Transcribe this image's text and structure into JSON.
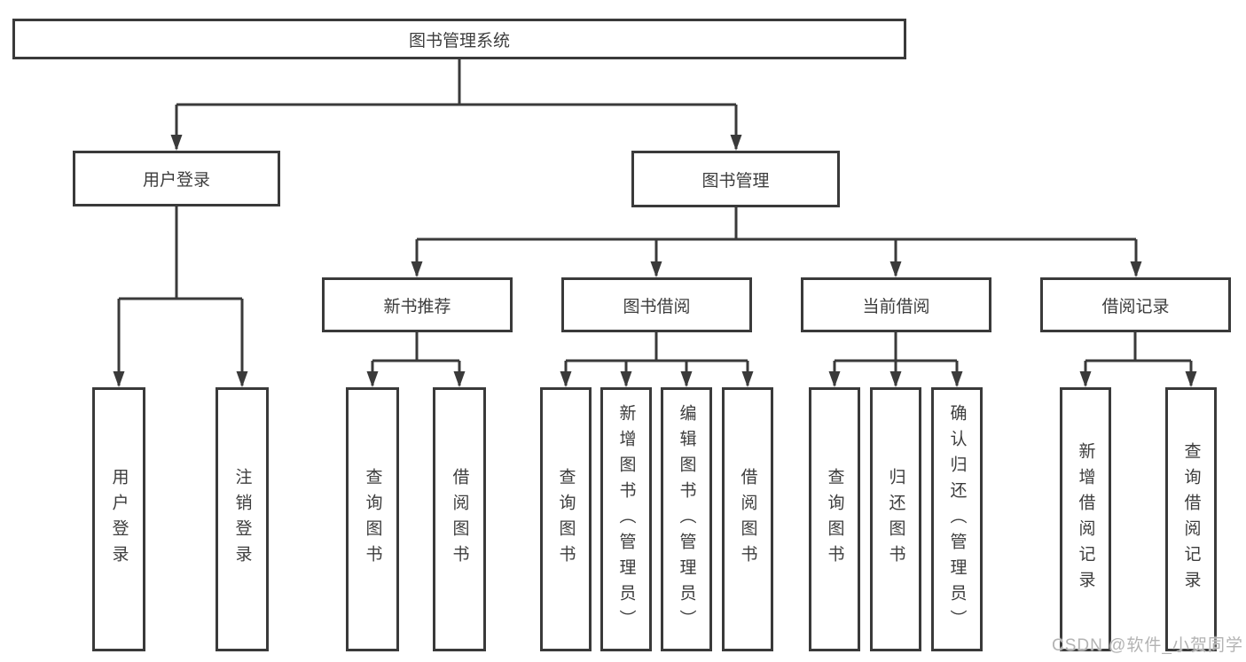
{
  "diagram": {
    "watermark": "CSDN @软件_小贺同学",
    "colors": {
      "line": "#3a3a3a",
      "text": "#3d3d3d",
      "background": "#ffffff",
      "watermark": "#b3b3b3"
    },
    "tree": {
      "label": "图书管理系统",
      "children": [
        {
          "label": "用户登录",
          "children": [
            {
              "label": "用户登录"
            },
            {
              "label": "注销登录"
            }
          ]
        },
        {
          "label": "图书管理",
          "children": [
            {
              "label": "新书推荐",
              "children": [
                {
                  "label": "查询图书"
                },
                {
                  "label": "借阅图书"
                }
              ]
            },
            {
              "label": "图书借阅",
              "children": [
                {
                  "label": "查询图书"
                },
                {
                  "label": "新增图书（管理员）"
                },
                {
                  "label": "编辑图书（管理员）"
                },
                {
                  "label": "借阅图书"
                }
              ]
            },
            {
              "label": "当前借阅",
              "children": [
                {
                  "label": "查询图书"
                },
                {
                  "label": "归还图书"
                },
                {
                  "label": "确认归还（管理员）"
                }
              ]
            },
            {
              "label": "借阅记录",
              "children": [
                {
                  "label": "新增借阅记录"
                },
                {
                  "label": "查询借阅记录"
                }
              ]
            }
          ]
        }
      ]
    }
  }
}
